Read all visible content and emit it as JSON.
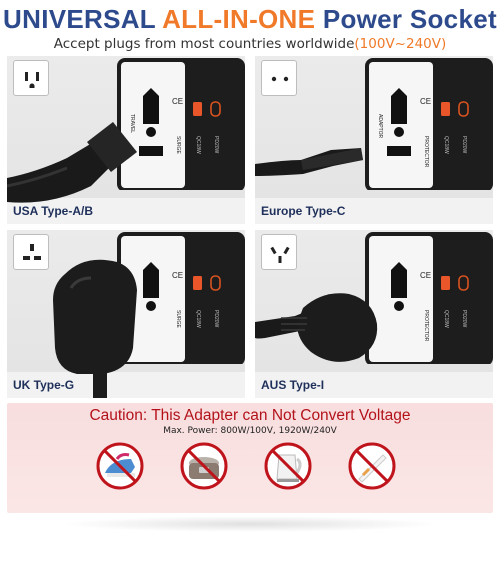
{
  "header": {
    "title_part1": "UNIVERSAL",
    "title_part2": "ALL-IN-ONE",
    "title_part3": "Power Socket",
    "subtitle": "Accept plugs from most countries worldwide",
    "voltage": "(100V~240V)"
  },
  "panels": [
    {
      "label": "USA Type-A/B",
      "socket_icon": "usa-socket-icon"
    },
    {
      "label": "Europe Type-C",
      "socket_icon": "europe-socket-icon"
    },
    {
      "label": "UK Type-G",
      "socket_icon": "uk-socket-icon"
    },
    {
      "label": "AUS Type-I",
      "socket_icon": "aus-socket-icon"
    }
  ],
  "adapter_text": {
    "ce": "CE",
    "travel": "TRAVEL",
    "adaptor": "ADAPTOR",
    "surge": "SURGE",
    "protector": "PROTECTOR",
    "qc": "QC18W",
    "pd": "PD20W"
  },
  "caution": {
    "title": "Caution: This Adapter can Not Convert Voltage",
    "max_power": "Max. Power: 800W/100V, 1920W/240V",
    "prohibited_icons": [
      "no-iron-icon",
      "no-rice-cooker-icon",
      "no-kettle-icon",
      "no-hair-straightener-icon"
    ]
  },
  "colors": {
    "navy": "#2d4a8c",
    "orange": "#f07a2a",
    "caution_red": "#b3121a",
    "caution_bg": "#f8dede"
  }
}
